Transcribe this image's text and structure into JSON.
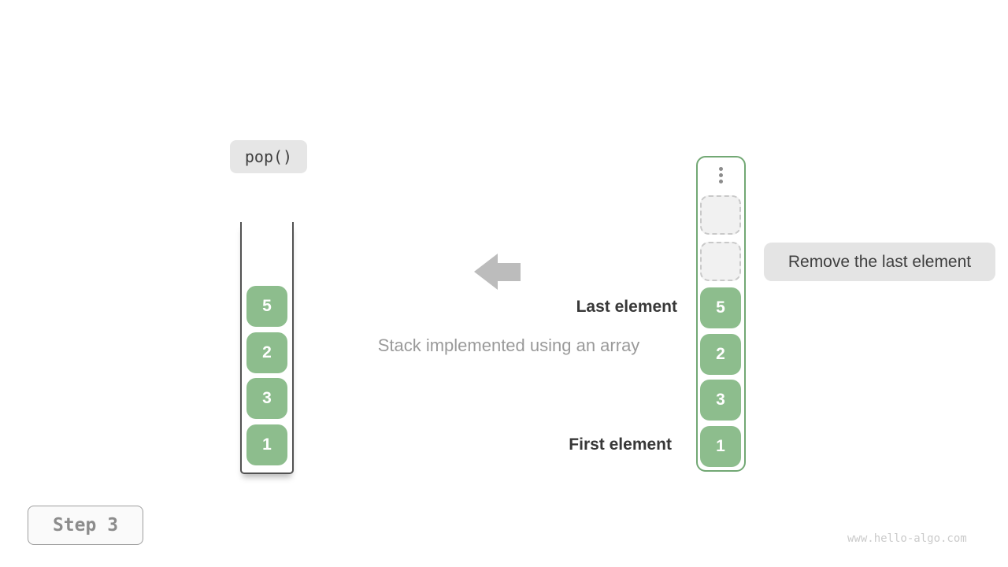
{
  "page": {
    "operation_label": "pop()",
    "caption": "Stack implemented using an array",
    "last_element_label": "Last element",
    "first_element_label": "First element",
    "annotation_label": "Remove the last element",
    "step_label": "Step 3",
    "watermark": "www.hello-algo.com"
  },
  "stacks": {
    "left": {
      "values": [
        "5",
        "2",
        "3",
        "1"
      ]
    },
    "right": {
      "values": [
        "5",
        "2",
        "3",
        "1"
      ],
      "empty_slot_count": 2,
      "ellipsis_icon": "vertical-ellipsis"
    }
  },
  "icons": {
    "arrow": "left-arrow"
  },
  "colors": {
    "cell_green": "#8dbd8d",
    "container_green_border": "#72a874",
    "container_dark_border": "#525252",
    "label_bubble_bg": "#e6e6e6",
    "dark_text": "#3f3f3f",
    "muted_caption_text": "#9a9a9a",
    "arrow_gray": "#bcbcbc",
    "empty_slot_bg": "#f1f1f1",
    "empty_slot_border": "#c9c9c9",
    "step_text": "#8c8c8c",
    "watermark_text": "#cbcbcb"
  }
}
